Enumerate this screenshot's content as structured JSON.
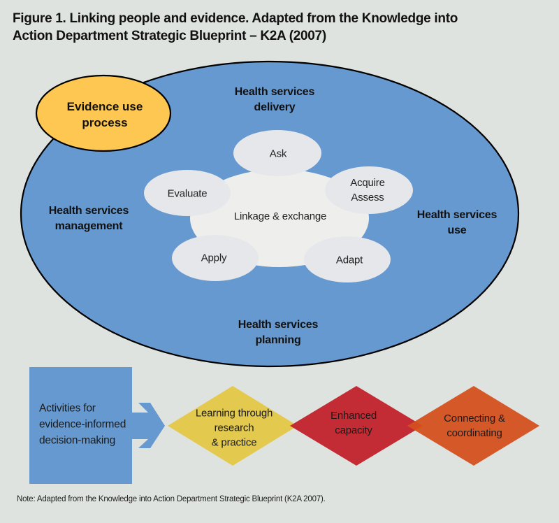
{
  "title": {
    "line1": "Figure 1. Linking people and evidence. Adapted from the Knowledge into",
    "line2": "Action Department Strategic Blueprint – K2A (2007)"
  },
  "outer_ellipse": {
    "color": "#6699cf",
    "labels": {
      "top": [
        "Health services",
        "delivery"
      ],
      "left": [
        "Health services",
        "management"
      ],
      "right": [
        "Health services",
        "use"
      ],
      "bottom": [
        "Health services",
        "planning"
      ]
    }
  },
  "evidence_process": {
    "color": "#fdc752",
    "label": [
      "Evidence use",
      "process"
    ]
  },
  "cycle": {
    "center_label": "Linkage & exchange",
    "center_color": "#eeefec",
    "step_color": "#e6e7ea",
    "steps": [
      {
        "id": "ask",
        "label": [
          "Ask"
        ]
      },
      {
        "id": "acquire-assess",
        "label": [
          "Acquire",
          "Assess"
        ]
      },
      {
        "id": "adapt",
        "label": [
          "Adapt"
        ]
      },
      {
        "id": "apply",
        "label": [
          "Apply"
        ]
      },
      {
        "id": "evaluate",
        "label": [
          "Evaluate"
        ]
      }
    ]
  },
  "activities_box": {
    "color": "#6699cf",
    "label": [
      "Activities for",
      "evidence-informed",
      "decision-making"
    ]
  },
  "outcomes": [
    {
      "id": "learning",
      "label": [
        "Learning through",
        "research",
        "& practice"
      ],
      "color": "#e3c94e"
    },
    {
      "id": "capacity",
      "label": [
        "Enhanced",
        "capacity"
      ],
      "color": "#c3262f"
    },
    {
      "id": "connecting",
      "label": [
        "Connecting &",
        "coordinating"
      ],
      "color": "#d4501f"
    }
  ],
  "note": "Note: Adapted from the Knowledge into Action Department Strategic Blueprint (K2A 2007)."
}
